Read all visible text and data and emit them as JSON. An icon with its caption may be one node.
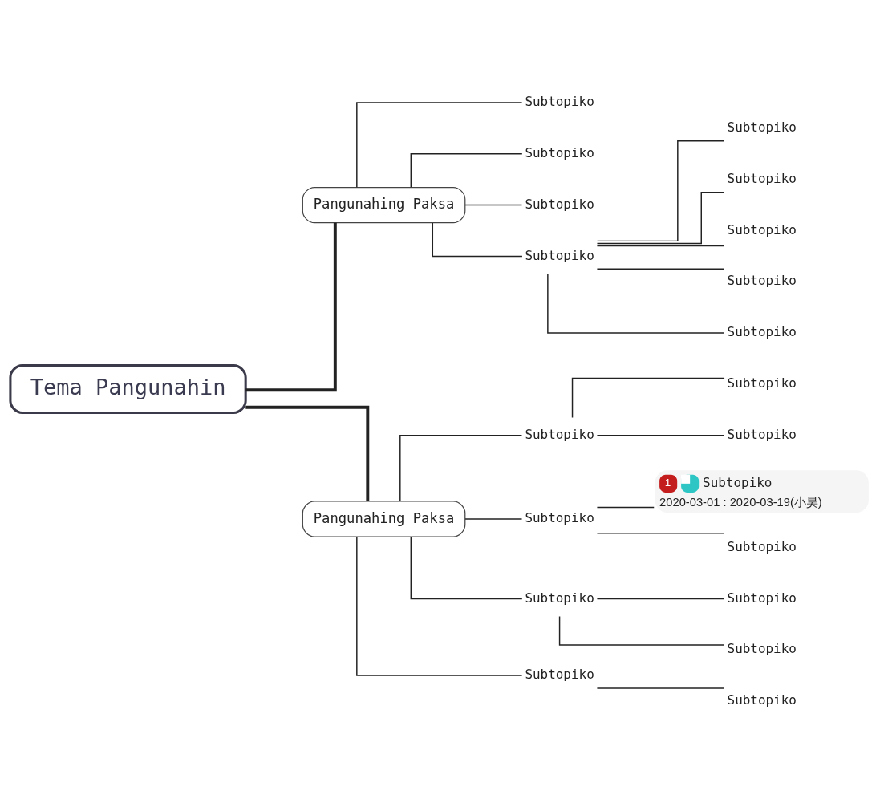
{
  "diagram": {
    "nodes": [
      {
        "text": [
          "Tema Pangunahin"
        ]
      },
      {
        "text": [
          "Pangunahing Paksa"
        ]
      },
      {
        "text": [
          "Subtopiko"
        ]
      },
      {
        "text": [
          "Subtopiko"
        ]
      },
      {
        "text": [
          "Subtopiko"
        ]
      },
      {
        "text": [
          "Subtopiko"
        ]
      },
      {
        "text": [
          "Subtopiko"
        ]
      },
      {
        "text": [
          "Subtopiko"
        ]
      },
      {
        "text": [
          "Subtopiko"
        ]
      },
      {
        "text": [
          "Subtopiko"
        ]
      },
      {
        "text": [
          "Subtopiko"
        ]
      },
      {
        "text": [
          "Pangunahing Paksa"
        ]
      },
      {
        "text": [
          "Subtopiko"
        ]
      },
      {
        "text": [
          "Subtopiko"
        ]
      },
      {
        "text": [
          "Subtopiko"
        ]
      },
      {
        "text": [
          "Subtopiko"
        ]
      },
      {
        "text": [
          "1",
          "Subtopiko",
          "2020-03-01 : 2020-03-19(小昊)"
        ]
      },
      {
        "text": [
          "Subtopiko"
        ]
      },
      {
        "text": [
          "Subtopiko"
        ]
      },
      {
        "text": [
          "Subtopiko"
        ]
      },
      {
        "text": [
          "Subtopiko"
        ]
      },
      {
        "text": [
          "Subtopiko"
        ]
      },
      {
        "text": [
          "Subtopiko"
        ]
      }
    ],
    "edges": [
      {
        "from": 0,
        "to": 1,
        "arrow": "none",
        "style": "thick"
      },
      {
        "from": 0,
        "to": 11,
        "arrow": "none",
        "style": "thick"
      },
      {
        "from": 1,
        "to": 2,
        "arrow": "none"
      },
      {
        "from": 1,
        "to": 3,
        "arrow": "none"
      },
      {
        "from": 1,
        "to": 4,
        "arrow": "none"
      },
      {
        "from": 1,
        "to": 5,
        "arrow": "none"
      },
      {
        "from": 5,
        "to": 6,
        "arrow": "none"
      },
      {
        "from": 5,
        "to": 7,
        "arrow": "none"
      },
      {
        "from": 5,
        "to": 8,
        "arrow": "none"
      },
      {
        "from": 5,
        "to": 9,
        "arrow": "none"
      },
      {
        "from": 5,
        "to": 10,
        "arrow": "none"
      },
      {
        "from": 11,
        "to": 12,
        "arrow": "none"
      },
      {
        "from": 12,
        "to": 13,
        "arrow": "none"
      },
      {
        "from": 12,
        "to": 14,
        "arrow": "none"
      },
      {
        "from": 11,
        "to": 15,
        "arrow": "none"
      },
      {
        "from": 15,
        "to": 16,
        "arrow": "none"
      },
      {
        "from": 15,
        "to": 17,
        "arrow": "none"
      },
      {
        "from": 11,
        "to": 18,
        "arrow": "none"
      },
      {
        "from": 18,
        "to": 19,
        "arrow": "none"
      },
      {
        "from": 18,
        "to": 20,
        "arrow": "none"
      },
      {
        "from": 11,
        "to": 21,
        "arrow": "none"
      },
      {
        "from": 21,
        "to": 22,
        "arrow": "none"
      }
    ]
  }
}
